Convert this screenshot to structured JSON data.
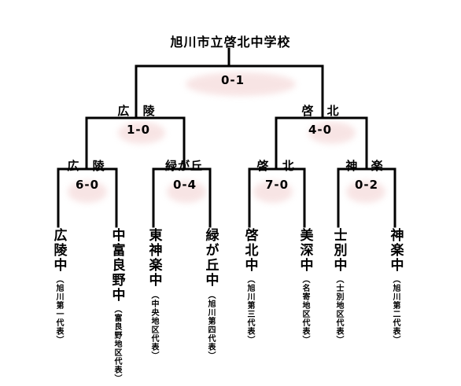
{
  "champion": "旭川市立啓北中学校",
  "final": {
    "score": "0-1"
  },
  "semifinals": [
    {
      "winner": "広 陵",
      "score": "1-0"
    },
    {
      "winner": "啓 北",
      "score": "4-0"
    }
  ],
  "quarterfinals": [
    {
      "winner": "広 陵",
      "score": "6-0"
    },
    {
      "winner": "緑が丘",
      "score": "0-4"
    },
    {
      "winner": "啓 北",
      "score": "7-0"
    },
    {
      "winner": "神 楽",
      "score": "0-2"
    }
  ],
  "teams": [
    {
      "name": "広陵中",
      "sub": "（旭川第一代表）"
    },
    {
      "name": "中富良野中",
      "sub": "（富良野地区代表）"
    },
    {
      "name": "東神楽中",
      "sub": "（中央地区代表）"
    },
    {
      "name": "緑が丘中",
      "sub": "（旭川第四代表）"
    },
    {
      "name": "啓北中",
      "sub": "（旭川第三代表）"
    },
    {
      "name": "美深中",
      "sub": "（名寄地区代表）"
    },
    {
      "name": "士別中",
      "sub": "（士別地区代表）"
    },
    {
      "name": "神楽中",
      "sub": "（旭川第二代表）"
    }
  ]
}
